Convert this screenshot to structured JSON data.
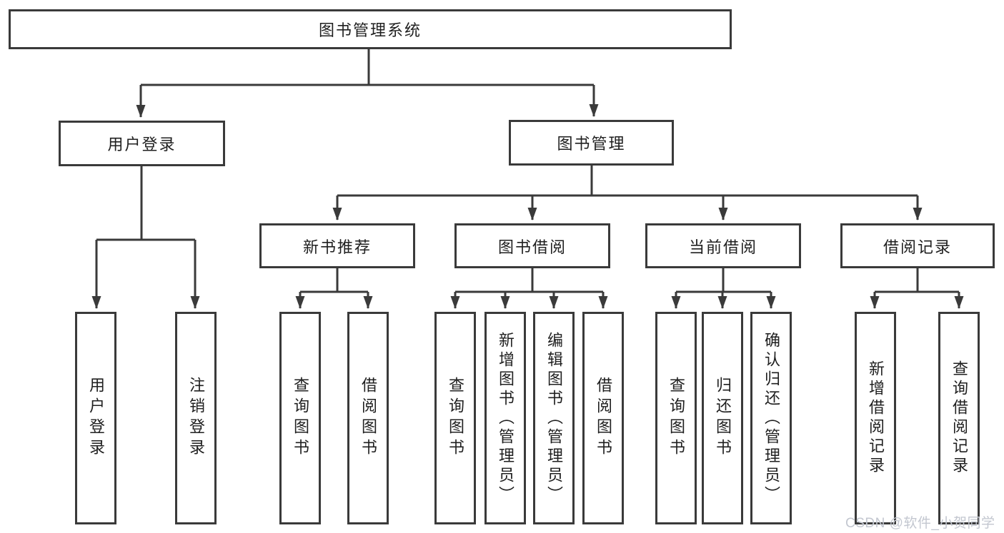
{
  "diagram": {
    "nodes": {
      "root": {
        "label": "图书管理系统"
      },
      "user_login": {
        "label": "用户登录"
      },
      "book_mgmt": {
        "label": "图书管理"
      },
      "new_books": {
        "label": "新书推荐"
      },
      "book_borrow": {
        "label": "图书借阅"
      },
      "current_borrow": {
        "label": "当前借阅"
      },
      "borrow_records": {
        "label": "借阅记录"
      },
      "leaf_user_login": {
        "label": "用户登录"
      },
      "leaf_logout": {
        "label": "注销登录"
      },
      "leaf_nb_query": {
        "label": "查询图书"
      },
      "leaf_nb_borrow": {
        "label": "借阅图书"
      },
      "leaf_bb_query": {
        "label": "查询图书"
      },
      "leaf_bb_add": {
        "label": "新增图书（管理员）"
      },
      "leaf_bb_edit": {
        "label": "编辑图书（管理员）"
      },
      "leaf_bb_borrow": {
        "label": "借阅图书"
      },
      "leaf_cb_query": {
        "label": "查询图书"
      },
      "leaf_cb_return": {
        "label": "归还图书"
      },
      "leaf_cb_confirm": {
        "label": "确认归还（管理员）"
      },
      "leaf_br_add": {
        "label": "新增借阅记录"
      },
      "leaf_br_query": {
        "label": "查询借阅记录"
      }
    },
    "hierarchy": {
      "root": "图书管理系统",
      "children": [
        {
          "label": "用户登录",
          "children": [
            "用户登录",
            "注销登录"
          ]
        },
        {
          "label": "图书管理",
          "children": [
            {
              "label": "新书推荐",
              "children": [
                "查询图书",
                "借阅图书"
              ]
            },
            {
              "label": "图书借阅",
              "children": [
                "查询图书",
                "新增图书（管理员）",
                "编辑图书（管理员）",
                "借阅图书"
              ]
            },
            {
              "label": "当前借阅",
              "children": [
                "查询图书",
                "归还图书",
                "确认归还（管理员）"
              ]
            },
            {
              "label": "借阅记录",
              "children": [
                "新增借阅记录",
                "查询借阅记录"
              ]
            }
          ]
        }
      ]
    }
  },
  "watermark": {
    "text": "CSDN @软件_小贺同学"
  },
  "colors": {
    "line": "#3a3a3a",
    "box_border": "#3a3a3a",
    "text": "#1f1f1f",
    "background": "#ffffff",
    "watermark": "#c3c7d0"
  }
}
